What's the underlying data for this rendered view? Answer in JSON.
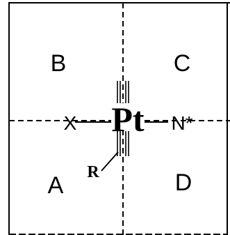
{
  "diagram": {
    "quadrants": {
      "top_left": "B",
      "top_right": "C",
      "bottom_left": "A",
      "bottom_right": "D"
    },
    "center_atom": "Pt",
    "ligands": {
      "left": "X",
      "right": "N*",
      "lower": "R"
    },
    "line_style": "dashed quadrant divisions"
  }
}
